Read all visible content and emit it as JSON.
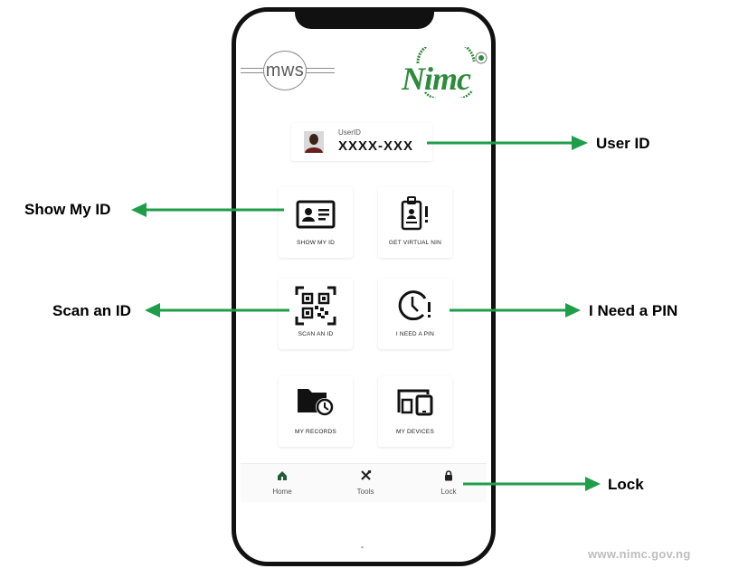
{
  "header": {
    "left_logo_text": "mws",
    "right_logo_text": "Nimc",
    "right_logo_ring_text": "National Identity Management Commission"
  },
  "user": {
    "caption": "UserID",
    "value": "XXXX-XXX"
  },
  "tiles": [
    {
      "label": "SHOW MY ID",
      "icon": "id-card-icon"
    },
    {
      "label": "GET VIRTUAL NIN",
      "icon": "badge-alert-icon"
    },
    {
      "label": "SCAN AN ID",
      "icon": "qr-code-icon"
    },
    {
      "label": "I NEED A PIN",
      "icon": "clock-alert-icon"
    },
    {
      "label": "MY RECORDS",
      "icon": "folder-clock-icon"
    },
    {
      "label": "MY DEVICES",
      "icon": "devices-icon"
    }
  ],
  "bottom_nav": [
    {
      "label": "Home",
      "icon": "home-icon"
    },
    {
      "label": "Tools",
      "icon": "tools-icon"
    },
    {
      "label": "Lock",
      "icon": "lock-icon"
    }
  ],
  "callouts": {
    "user_id": "User ID",
    "show_my_id": "Show My ID",
    "scan_an_id": "Scan an ID",
    "need_pin": "I Need a PIN",
    "lock": "Lock"
  },
  "footer": {
    "url": "www.nimc.gov.ng"
  },
  "colors": {
    "arrow": "#1f9e4a",
    "nimc_green": "#2e8b3c",
    "phone_frame": "#111111"
  }
}
